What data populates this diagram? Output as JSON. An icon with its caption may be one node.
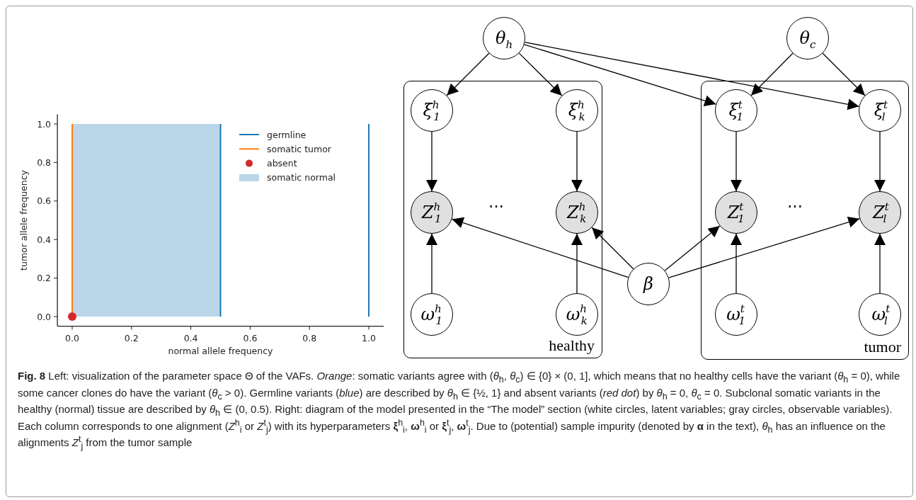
{
  "diagram": {
    "caption": "**Fig. 8** Left: visualization of the parameter space Θ of the VAFs. *Orange*: somatic variants agree with (*θ*$_{h}$, *θ*$_{c}$) ∈ {0} × (0, 1], which means that no healthy cells have the variant (*θ*$_{h}$ = 0), while some cancer clones do have the variant (*θ*$_{c}$ > 0). Germline variants (*blue*) are described by *θ*$_{h}$ ∈ {½, 1} and absent variants (*red dot*) by *θ*$_{h}$ = 0, *θ*$_{c}$ = 0. Subclonal somatic variants in the healthy (normal) tissue are described by *θ*$_{h}$ ∈ (0, 0.5). Right: diagram of the model presented in the “The model” section (white circles, latent variables; gray circles, observable variables). Each column corresponds to one alignment (*Z*$^{h}$$_{i}$ or *Z*$^{t}$$_{j}$) with its hyperparameters **ξ**$^{h}$$_{i}$, **ω**$^{h}$$_{i}$ or **ξ**$^{t}$$_{j}$, **ω**$^{t}$$_{j}$. Due to (potential) sample impurity (denoted by **α** in the text), *θ*$_{h}$ has an influence on the alignments *Z*$^{t}$$_{j}$ from the tumor sample",
    "nodes": [
      {
        "text": [
          "healthy"
        ]
      },
      {
        "text": [
          "tumor"
        ]
      },
      {
        "text": [
          "θ$_{h}$"
        ]
      },
      {
        "text": [
          "θ$_{c}$"
        ]
      },
      {
        "text": [
          "ξ$^{h}$$_{1}$"
        ],
        "in": 0
      },
      {
        "text": [
          "ξ$^{h}$$_{k}$"
        ],
        "in": 0
      },
      {
        "text": [
          "ξ$^{t}$$_{1}$"
        ],
        "in": 1
      },
      {
        "text": [
          "ξ$^{t}$$_{l}$"
        ],
        "in": 1
      },
      {
        "text": [
          "Z$^{h}$$_{1}$"
        ],
        "in": 0
      },
      {
        "text": [
          "Z$^{h}$$_{k}$"
        ],
        "in": 0
      },
      {
        "text": [
          "Z$^{t}$$_{1}$"
        ],
        "in": 1
      },
      {
        "text": [
          "Z$^{t}$$_{l}$"
        ],
        "in": 1
      },
      {
        "text": [
          "β"
        ]
      },
      {
        "text": [
          "ω$^{h}$$_{1}$"
        ],
        "in": 0
      },
      {
        "text": [
          "ω$^{h}$$_{k}$"
        ],
        "in": 0
      },
      {
        "text": [
          "ω$^{t}$$_{1}$"
        ],
        "in": 1
      },
      {
        "text": [
          "ω$^{t}$$_{l}$"
        ],
        "in": 1
      }
    ],
    "edges": [
      {
        "from": 2,
        "to": 4,
        "arrow": "to"
      },
      {
        "from": 2,
        "to": 5,
        "arrow": "to"
      },
      {
        "from": 2,
        "to": 6,
        "arrow": "to"
      },
      {
        "from": 2,
        "to": 7,
        "arrow": "to"
      },
      {
        "from": 3,
        "to": 6,
        "arrow": "to"
      },
      {
        "from": 3,
        "to": 7,
        "arrow": "to"
      },
      {
        "from": 4,
        "to": 8,
        "arrow": "to"
      },
      {
        "from": 5,
        "to": 9,
        "arrow": "to"
      },
      {
        "from": 6,
        "to": 10,
        "arrow": "to"
      },
      {
        "from": 7,
        "to": 11,
        "arrow": "to"
      },
      {
        "from": 13,
        "to": 8,
        "arrow": "to"
      },
      {
        "from": 14,
        "to": 9,
        "arrow": "to"
      },
      {
        "from": 15,
        "to": 10,
        "arrow": "to"
      },
      {
        "from": 16,
        "to": 11,
        "arrow": "to"
      },
      {
        "from": 12,
        "to": 8,
        "arrow": "to"
      },
      {
        "from": 12,
        "to": 9,
        "arrow": "to"
      },
      {
        "from": 12,
        "to": 10,
        "arrow": "to"
      },
      {
        "from": 12,
        "to": 11,
        "arrow": "to"
      }
    ],
    "labels": [
      "⋯",
      "⋯"
    ],
    "legend": [
      {
        "text": "germline"
      },
      {
        "text": "somatic tumor"
      },
      {
        "text": "absent"
      },
      {
        "text": "somatic normal",
        "color": "#bad6e8"
      }
    ],
    "chart_data": {
      "type": "scatter",
      "xlabel": "normal allele frequency",
      "ylabel": "tumor allele frequency",
      "xlim": [
        -0.05,
        1.05
      ],
      "ylim": [
        -0.05,
        1.05
      ],
      "xticks": [
        {
          "value": 0,
          "label": "0.0"
        },
        {
          "value": 0.2,
          "label": "0.2"
        },
        {
          "value": 0.4,
          "label": "0.4"
        },
        {
          "value": 0.6,
          "label": "0.6"
        },
        {
          "value": 0.8,
          "label": "0.8"
        },
        {
          "value": 1,
          "label": "1.0"
        }
      ],
      "yticks": [
        {
          "value": 0,
          "label": "0.0"
        },
        {
          "value": 0.2,
          "label": "0.2"
        },
        {
          "value": 0.4,
          "label": "0.4"
        },
        {
          "value": 0.6,
          "label": "0.6"
        },
        {
          "value": 0.8,
          "label": "0.8"
        },
        {
          "value": 1,
          "label": "1.0"
        }
      ],
      "x": [
        0
      ],
      "series": [
        {
          "color": "#d62728",
          "values": [
            0
          ]
        }
      ],
      "ref_lines": [
        {
          "axis": "x",
          "value": 0,
          "color": "#ff7f0e"
        },
        {
          "axis": "x",
          "value": 0.5,
          "color": "#1f77b4"
        },
        {
          "axis": "x",
          "value": 1,
          "color": "#1f77b4"
        }
      ],
      "bands": [
        {
          "axis": "x",
          "from": 0,
          "to": 0.5,
          "color": "#bad6e8"
        }
      ]
    }
  }
}
